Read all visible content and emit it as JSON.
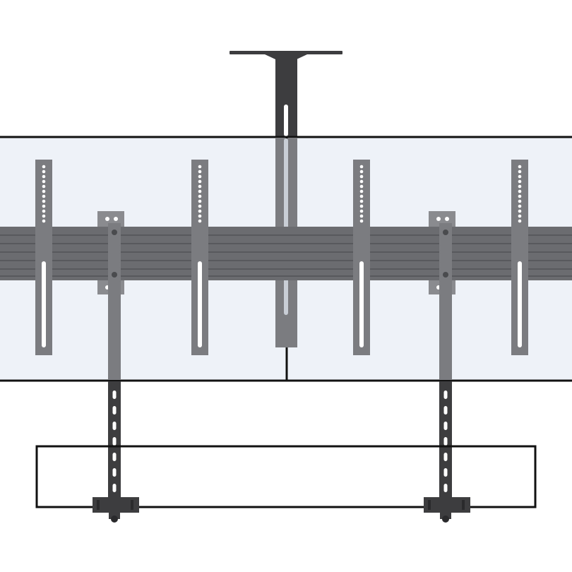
{
  "diagram": {
    "subject": "dual-screen-mount-with-soundbar-brackets",
    "colors": {
      "background": "#ffffff",
      "screen_fill": "#eef2f8",
      "outline": "#111111",
      "metal_dark": "#3d3d3f",
      "metal_rail": "#6b6c70",
      "metal_rail_line": "#58595d",
      "metal_light": "#7b7c80",
      "slot": "#ffffff"
    },
    "parts": {
      "ceiling_pole": "ceiling-pole",
      "ceiling_plate": "ceiling-plate",
      "rail": "horizontal-rail",
      "screens": [
        "screen-left",
        "screen-right"
      ],
      "vesa_arms": 4,
      "drop_arms": 2,
      "soundbar": "soundbar-outline"
    }
  }
}
